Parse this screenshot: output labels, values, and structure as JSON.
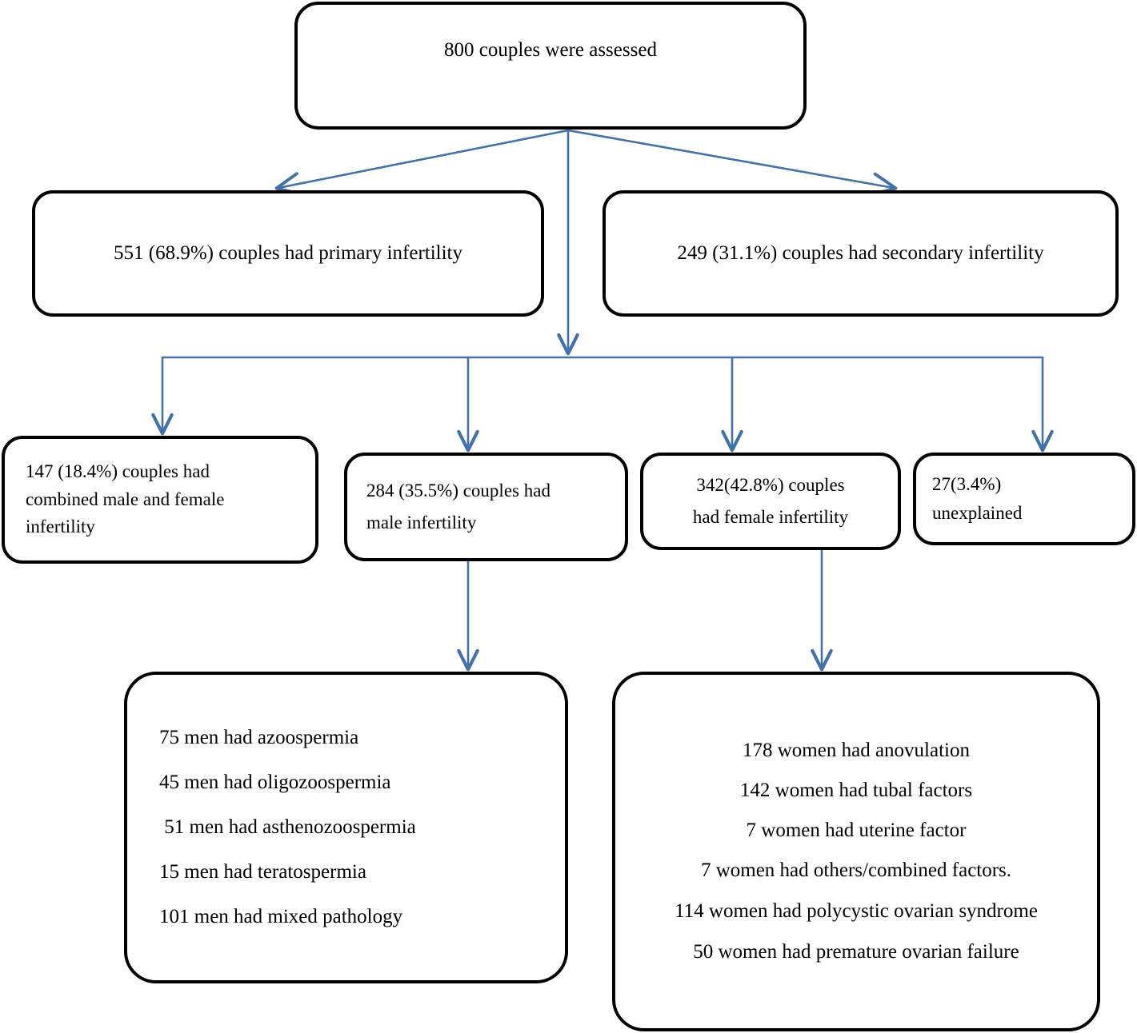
{
  "diagram": {
    "title_node": {
      "id": "total",
      "lines": [
        "800 couples were assessed"
      ]
    },
    "level2": [
      {
        "id": "primary",
        "lines": [
          "551 (68.9%) couples had primary infertility"
        ]
      },
      {
        "id": "secondary",
        "lines": [
          "249 (31.1%) couples had secondary infertility"
        ]
      }
    ],
    "level3": [
      {
        "id": "combined",
        "lines": [
          "147 (18.4%) couples had",
          "combined male and female",
          "infertility"
        ]
      },
      {
        "id": "male",
        "lines": [
          "284 (35.5%) couples had",
          "male infertility"
        ]
      },
      {
        "id": "female",
        "lines": [
          "342(42.8%) couples",
          "had female infertility"
        ]
      },
      {
        "id": "unexplained",
        "lines": [
          "27(3.4%)",
          "unexplained"
        ]
      }
    ],
    "level4": [
      {
        "id": "male_detail",
        "lines": [
          "75 men had azoospermia",
          "45 men had oligozoospermia",
          " 51 men had asthenozoospermia",
          "15 men had teratospermia",
          "101 men had mixed pathology"
        ]
      },
      {
        "id": "female_detail",
        "lines": [
          "178 women had anovulation",
          "142 women had tubal factors",
          "7 women had uterine factor",
          "7 women had others/combined factors.",
          "114 women had polycystic ovarian syndrome",
          "50 women had premature ovarian failure"
        ]
      }
    ],
    "colors": {
      "connector": "#4472a8",
      "node_border": "#000000",
      "node_fill": "#ffffff",
      "text": "#000000"
    }
  },
  "chart_data": {
    "type": "diagram",
    "title": "Infertility aetiology flow diagram of 800 assessed couples",
    "root": {
      "label": "800 couples were assessed",
      "value": 800
    },
    "nodes": [
      {
        "label": "551 (68.9%) couples had primary infertility",
        "value": 551,
        "percent": 68.9,
        "parent": "800 couples were assessed"
      },
      {
        "label": "249 (31.1%) couples had secondary infertility",
        "value": 249,
        "percent": 31.1,
        "parent": "800 couples were assessed"
      },
      {
        "label": "147 (18.4%) couples had combined male and female infertility",
        "value": 147,
        "percent": 18.4,
        "parent": "800 couples were assessed"
      },
      {
        "label": "284 (35.5%) couples had male infertility",
        "value": 284,
        "percent": 35.5,
        "parent": "800 couples were assessed"
      },
      {
        "label": "342(42.8%) couples had female infertility",
        "value": 342,
        "percent": 42.8,
        "parent": "800 couples were assessed"
      },
      {
        "label": "27(3.4%) unexplained",
        "value": 27,
        "percent": 3.4,
        "parent": "800 couples were assessed"
      },
      {
        "label": "75 men had azoospermia",
        "value": 75,
        "parent": "284 (35.5%) couples had male infertility"
      },
      {
        "label": "45 men had oligozoospermia",
        "value": 45,
        "parent": "284 (35.5%) couples had male infertility"
      },
      {
        "label": "51 men had asthenozoospermia",
        "value": 51,
        "parent": "284 (35.5%) couples had male infertility"
      },
      {
        "label": "15 men had teratospermia",
        "value": 15,
        "parent": "284 (35.5%) couples had male infertility"
      },
      {
        "label": "101 men had mixed pathology",
        "value": 101,
        "parent": "284 (35.5%) couples had male infertility"
      },
      {
        "label": "178 women had anovulation",
        "value": 178,
        "parent": "342(42.8%) couples had female infertility"
      },
      {
        "label": "142 women had tubal factors",
        "value": 142,
        "parent": "342(42.8%) couples had female infertility"
      },
      {
        "label": "7 women had uterine factor",
        "value": 7,
        "parent": "342(42.8%) couples had female infertility"
      },
      {
        "label": "7 women had others/combined factors.",
        "value": 7,
        "parent": "342(42.8%) couples had female infertility"
      },
      {
        "label": "114 women had polycystic ovarian syndrome",
        "value": 114,
        "parent": "342(42.8%) couples had female infertility"
      },
      {
        "label": "50 women had premature ovarian failure",
        "value": 50,
        "parent": "342(42.8%) couples had female infertility"
      }
    ]
  }
}
